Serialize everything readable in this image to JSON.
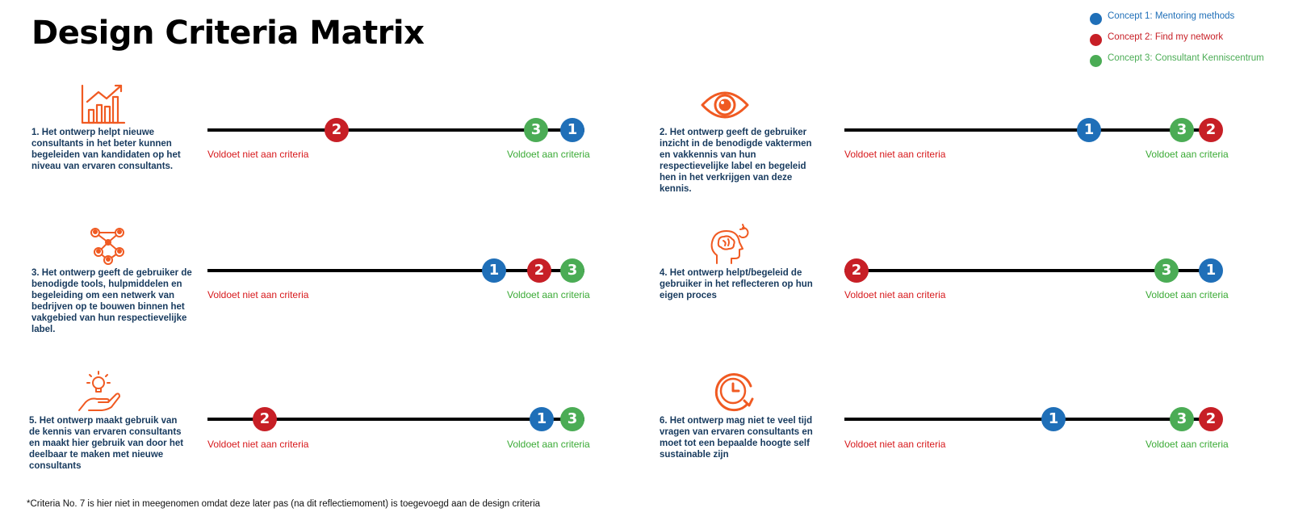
{
  "title": "Design Criteria Matrix",
  "colors": {
    "concept1": "#1f6fb8",
    "concept2": "#c71f26",
    "concept3": "#4bac55",
    "icon": "#f05a22",
    "text": "#173a5e"
  },
  "legend": [
    {
      "label": "Concept 1: Mentoring methods",
      "color": "#1f6fb8"
    },
    {
      "label": "Concept 2: Find my network",
      "color": "#c71f26"
    },
    {
      "label": "Concept 3: Consultant Kenniscentrum",
      "color": "#4bac55"
    }
  ],
  "scale": {
    "left_label": "Voldoet niet aan criteria",
    "right_label": "Voldoet aan criteria"
  },
  "criteria": [
    {
      "text": "1. Het ontwerp helpt nieuwe consultants in het beter kunnen begeleiden van kandidaten op het niveau van ervaren consultants.",
      "icon": "growth-chart-icon",
      "markers": [
        {
          "n": "2",
          "pos": 0.34
        },
        {
          "n": "3",
          "pos": 0.86
        },
        {
          "n": "1",
          "pos": 0.95
        }
      ]
    },
    {
      "text": "2. Het ontwerp geeft de gebruiker inzicht in de benodigde vaktermen en vakkennis van hun respectievelijke label en begeleid hen in het verkrijgen van deze kennis.",
      "icon": "eye-icon",
      "markers": [
        {
          "n": "1",
          "pos": 0.65
        },
        {
          "n": "3",
          "pos": 0.88
        },
        {
          "n": "2",
          "pos": 0.97
        }
      ]
    },
    {
      "text": "3. Het ontwerp geeft de gebruiker de benodigde tools, hulpmiddelen en begeleiding om een netwerk van bedrijven op te bouwen binnen het vakgebied van hun respectievelijke label.",
      "icon": "network-icon",
      "markers": [
        {
          "n": "1",
          "pos": 0.76
        },
        {
          "n": "2",
          "pos": 0.87
        },
        {
          "n": "3",
          "pos": 0.95
        }
      ]
    },
    {
      "text": "4. Het ontwerp helpt/begeleid de gebruiker in het reflecteren op hun eigen proces",
      "icon": "brain-reflect-icon",
      "markers": [
        {
          "n": "2",
          "pos": 0.03
        },
        {
          "n": "3",
          "pos": 0.84
        },
        {
          "n": "1",
          "pos": 0.95
        }
      ]
    },
    {
      "text": "5. Het ontwerp maakt gebruik van de kennis van ervaren consultants en maakt hier gebruik van door het deelbaar te maken met nieuwe consultants",
      "icon": "idea-hand-icon",
      "markers": [
        {
          "n": "2",
          "pos": 0.15
        },
        {
          "n": "1",
          "pos": 0.87
        },
        {
          "n": "3",
          "pos": 0.95
        }
      ]
    },
    {
      "text": "6. Het ontwerp mag niet te veel tijd vragen van ervaren consultants en moet tot een bepaalde hoogte self sustainable zijn",
      "icon": "clock-icon",
      "markers": [
        {
          "n": "1",
          "pos": 0.55
        },
        {
          "n": "3",
          "pos": 0.88
        },
        {
          "n": "2",
          "pos": 0.97
        }
      ]
    }
  ],
  "footnote": "*Criteria No. 7 is hier niet in meegenomen omdat deze later pas (na dit reflectiemoment) is toegevoegd aan de design criteria"
}
